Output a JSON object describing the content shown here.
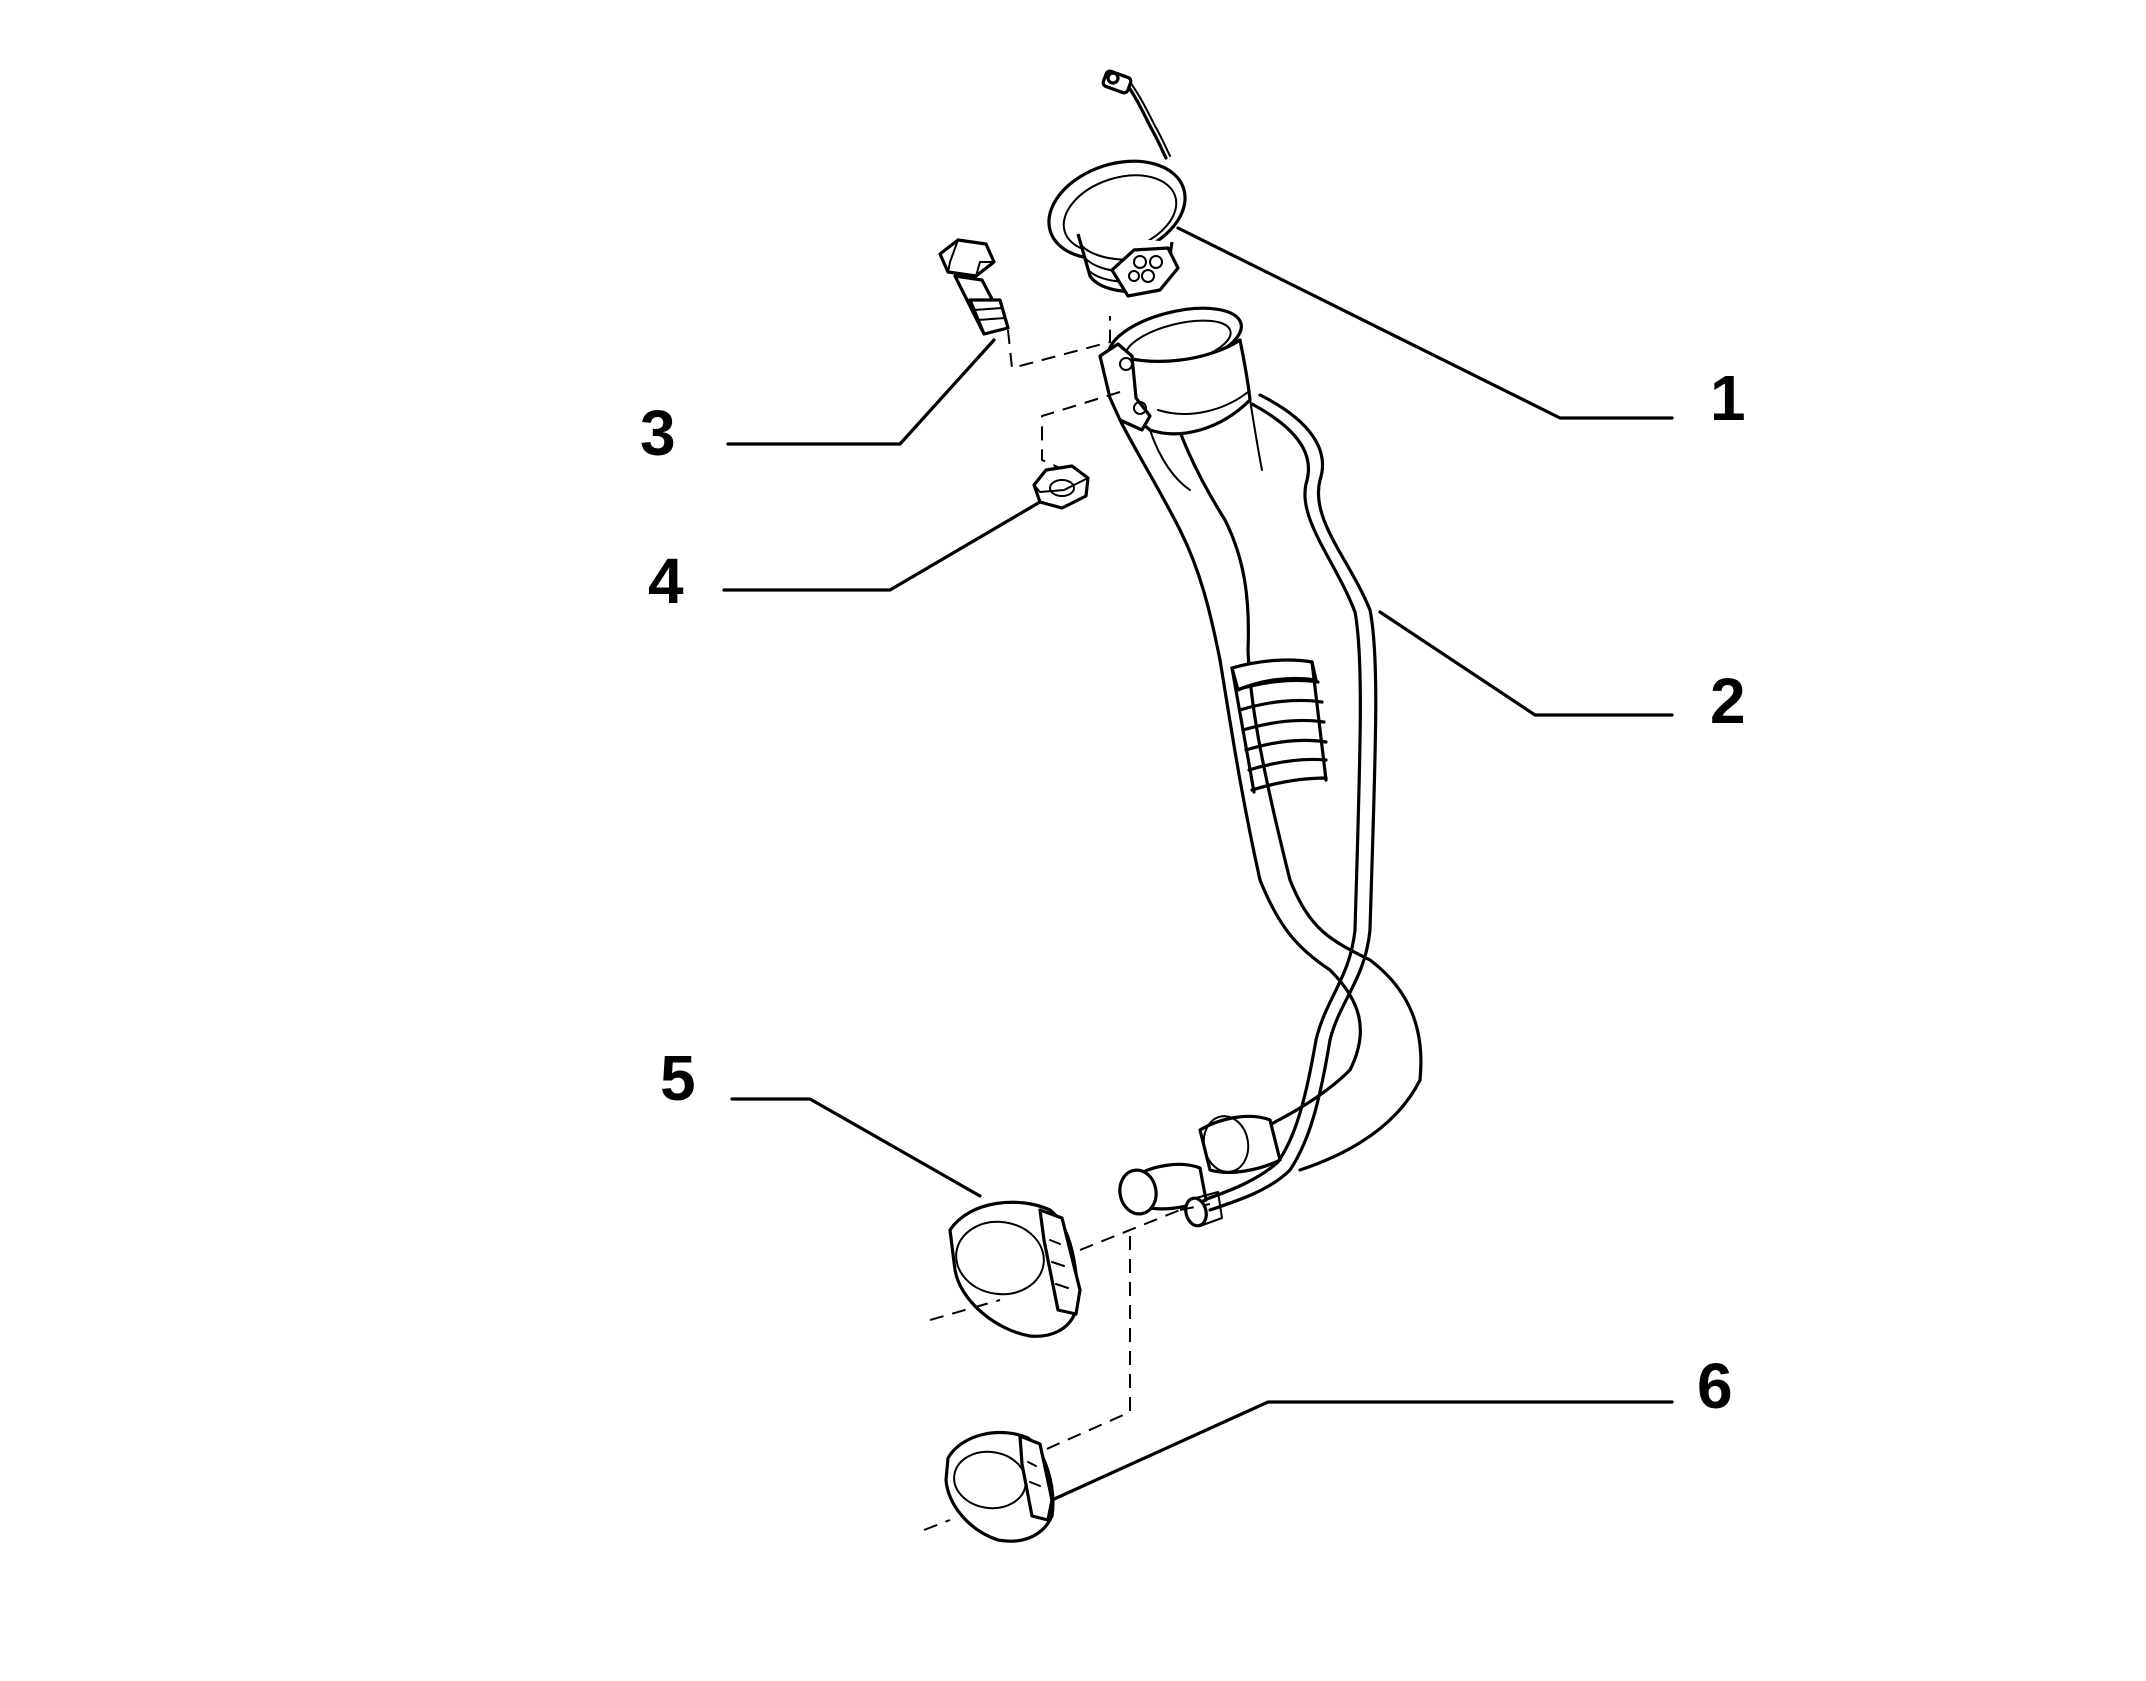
{
  "callouts": [
    {
      "id": "1",
      "label": "1"
    },
    {
      "id": "2",
      "label": "2"
    },
    {
      "id": "3",
      "label": "3"
    },
    {
      "id": "4",
      "label": "4"
    },
    {
      "id": "5",
      "label": "5"
    },
    {
      "id": "6",
      "label": "6"
    }
  ],
  "parts": [
    {
      "callout": "1",
      "icon": "fuel-filler-cap-icon"
    },
    {
      "callout": "2",
      "icon": "fuel-filler-pipe-icon"
    },
    {
      "callout": "3",
      "icon": "bolt-icon"
    },
    {
      "callout": "4",
      "icon": "nut-icon"
    },
    {
      "callout": "5",
      "icon": "hose-clamp-large-icon"
    },
    {
      "callout": "6",
      "icon": "hose-clamp-small-icon"
    }
  ]
}
